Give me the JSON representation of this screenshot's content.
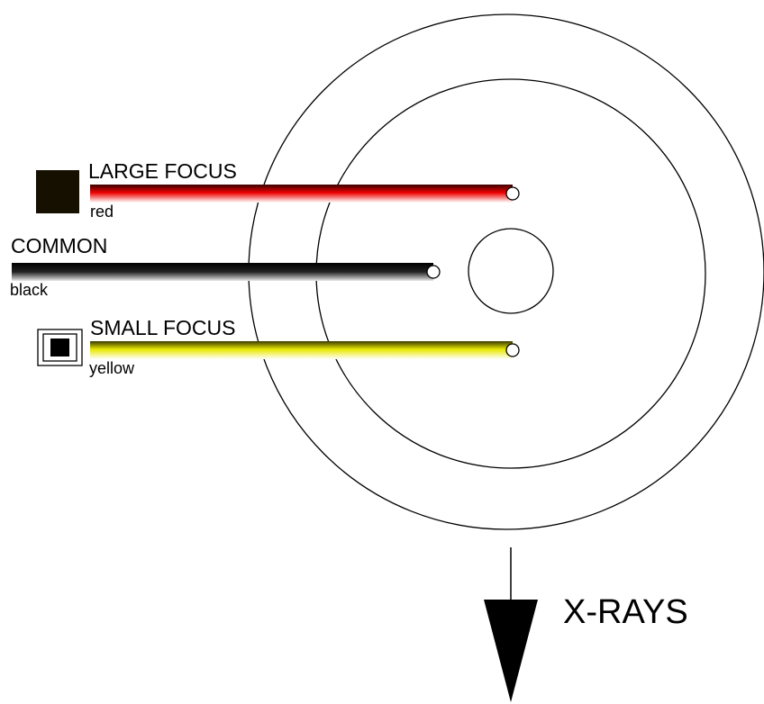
{
  "labels": {
    "large_focus": "LARGE FOCUS",
    "large_focus_color": "red",
    "common": "COMMON",
    "common_color": "black",
    "small_focus": "SMALL FOCUS",
    "small_focus_color": "yellow",
    "xrays": "X-RAYS"
  },
  "colors": {
    "red_wire": "#e00000",
    "black_wire": "#1a1a1a",
    "yellow_wire": "#e6e600",
    "large_square": "#151000"
  }
}
